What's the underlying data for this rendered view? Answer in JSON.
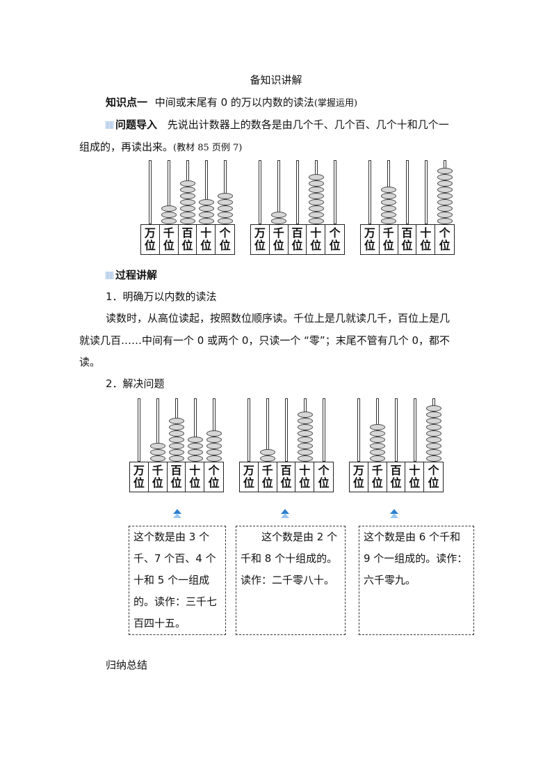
{
  "page": {
    "title": "备知识讲解",
    "knowledge_point": {
      "label": "知识点一",
      "text": "中间或末尾有 0 的万以内数的读法",
      "tag": "(掌握运用)"
    },
    "intro": {
      "heading": "问题导入",
      "line1": "先说出计数器上的数各是由几个千、几个百、几个十和几个一",
      "line2": "组成的，再读出来。",
      "note": "(教材 85 页例 7)"
    },
    "process": {
      "heading": "过程讲解",
      "item1_title": "1．明确万以内数的读法",
      "item1_line1": "读数时，从高位读起，按照数位顺序读。千位上是几就读几千，百位上是几",
      "item1_line2": "就读几百……中间有一个 0 或两个 0，只读一个 “零”；末尾不管有几个 0，都不",
      "item1_line3": "读。",
      "item2_title": "2．解决问题"
    },
    "place_labels": [
      {
        "top": "万",
        "bottom": "位"
      },
      {
        "top": "千",
        "bottom": "位"
      },
      {
        "top": "百",
        "bottom": "位"
      },
      {
        "top": "十",
        "bottom": "位"
      },
      {
        "top": "个",
        "bottom": "位"
      }
    ],
    "abacuses_top": [
      {
        "beads": [
          0,
          3,
          7,
          4,
          5
        ]
      },
      {
        "beads": [
          0,
          2,
          0,
          8,
          0
        ]
      },
      {
        "beads": [
          0,
          6,
          0,
          0,
          9
        ]
      }
    ],
    "abacuses_bottom": [
      {
        "beads": [
          0,
          3,
          7,
          4,
          5
        ]
      },
      {
        "beads": [
          0,
          2,
          0,
          8,
          0
        ]
      },
      {
        "beads": [
          0,
          6,
          0,
          0,
          9
        ]
      }
    ],
    "answers": [
      {
        "lines": [
          "这个数是由 3 个",
          "千、7 个百、4 个",
          "十和 5 个一组成",
          "的。读作：三千七",
          "百四十五。"
        ]
      },
      {
        "lines": [
          "　　这个数是由 2 个",
          "千和 8 个十组成的。",
          "读作：二千零八十。"
        ]
      },
      {
        "lines": [
          "这个数是由 6 个千和",
          "9 个一组成的。读作：",
          "六千零九。"
        ]
      }
    ],
    "summary_heading": "归纳总结",
    "colors": {
      "bead_fill": "#d6d6d6",
      "arrow_blue": "#2a7fd0",
      "icon_blue": "#8fb4dc"
    }
  }
}
